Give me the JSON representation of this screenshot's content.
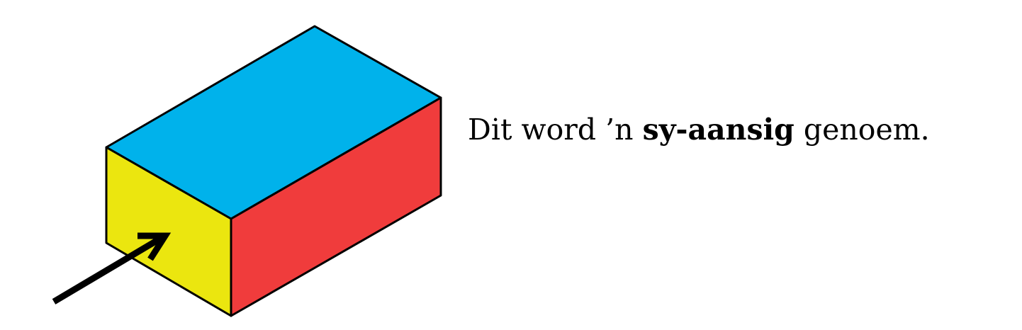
{
  "figure": {
    "caption": {
      "before": "Dit word ’n ",
      "bold": "sy-aansig",
      "after": " genoem."
    },
    "colors": {
      "top_face": "#00B2EB",
      "side_face": "#F03C3C",
      "front_face": "#EBE60F",
      "outline": "#000000",
      "arrow": "#000000"
    },
    "icons": {
      "shape": "rectangular-prism-icon",
      "arrow": "arrow-icon"
    }
  }
}
